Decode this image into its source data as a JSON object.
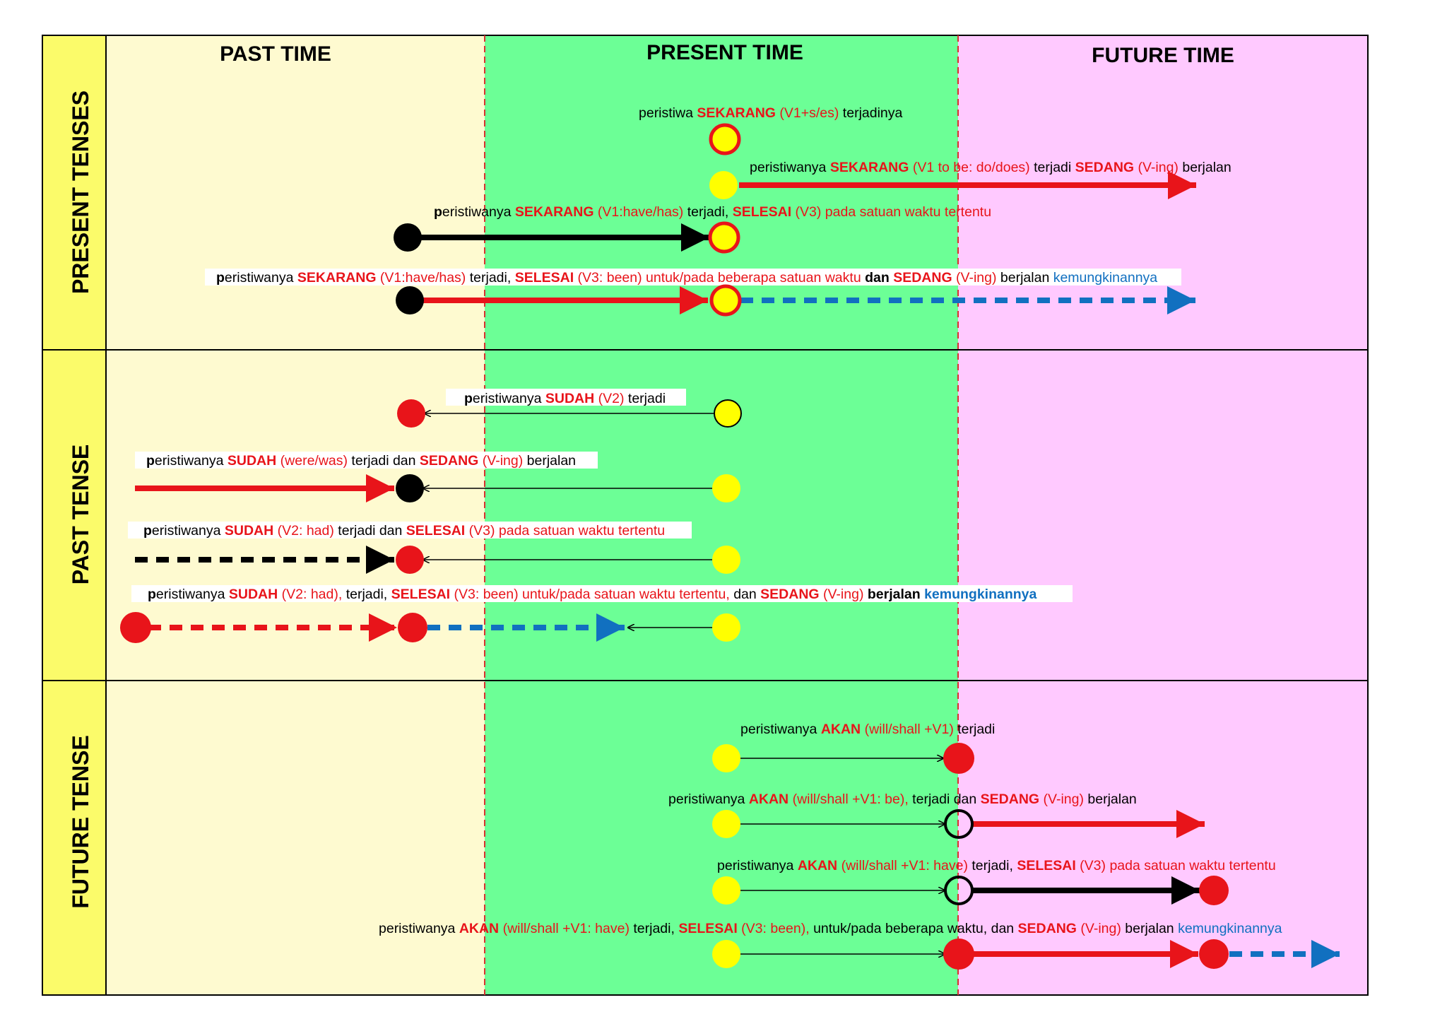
{
  "columns": {
    "past": "PAST TIME",
    "present": "PRESENT TIME",
    "future": "FUTURE TIME"
  },
  "rows": {
    "present": "PRESENT TENSES",
    "past": "PAST TENSE",
    "future": "FUTURE TENSE"
  },
  "colors": {
    "past_bg": "#fefad0",
    "present_bg": "#6cff96",
    "future_bg": "#ffc9ff",
    "row_header_bg": "#fbfb6a",
    "red": "#e8141a",
    "blue": "#1170c0",
    "yellow": "#ffff00"
  },
  "labels": {
    "simple_present": [
      {
        "t": "peristiwa ",
        "c": "k"
      },
      {
        "t": "SEKARANG",
        "c": "r",
        "b": true
      },
      {
        "t": " (V1+s/es)",
        "c": "r"
      },
      {
        "t": " terjadinya",
        "c": "k"
      }
    ],
    "present_continuous": [
      {
        "t": "peristiwanya ",
        "c": "k"
      },
      {
        "t": "SEKARANG",
        "c": "r",
        "b": true
      },
      {
        "t": " (V1 to be: do/does)",
        "c": "r"
      },
      {
        "t": " terjadi ",
        "c": "k"
      },
      {
        "t": "SEDANG",
        "c": "r",
        "b": true
      },
      {
        "t": " (V-ing)",
        "c": "r"
      },
      {
        "t": " berjalan",
        "c": "k"
      }
    ],
    "present_perfect": [
      {
        "t": "p",
        "c": "k",
        "b": true
      },
      {
        "t": "eristiwanya ",
        "c": "k"
      },
      {
        "t": "SEKARANG",
        "c": "r",
        "b": true
      },
      {
        "t": " (V1:have/has)",
        "c": "r"
      },
      {
        "t": " terjadi, ",
        "c": "k"
      },
      {
        "t": "SELESAI",
        "c": "r",
        "b": true
      },
      {
        "t": " (V3) pada satuan waktu tertentu",
        "c": "r"
      }
    ],
    "present_perfect_continuous": [
      {
        "t": "p",
        "c": "k",
        "b": true
      },
      {
        "t": "eristiwanya ",
        "c": "k"
      },
      {
        "t": "SEKARANG",
        "c": "r",
        "b": true
      },
      {
        "t": " (V1:have/has)",
        "c": "r"
      },
      {
        "t": " terjadi, ",
        "c": "k"
      },
      {
        "t": "SELESAI",
        "c": "r",
        "b": true
      },
      {
        "t": " (V3: been) untuk/pada beberapa satuan waktu ",
        "c": "r"
      },
      {
        "t": "dan",
        "c": "k",
        "b": true
      },
      {
        "t": " ",
        "c": "k"
      },
      {
        "t": "SEDANG",
        "c": "r",
        "b": true
      },
      {
        "t": " (V-ing)",
        "c": "r"
      },
      {
        "t": " berjalan ",
        "c": "k"
      },
      {
        "t": "kemungkinannya",
        "c": "b"
      }
    ],
    "simple_past": [
      {
        "t": "p",
        "c": "k",
        "b": true
      },
      {
        "t": "eristiwanya ",
        "c": "k"
      },
      {
        "t": "SUDAH",
        "c": "r",
        "b": true
      },
      {
        "t": " (V2)",
        "c": "r"
      },
      {
        "t": " terjadi",
        "c": "k"
      }
    ],
    "past_continuous": [
      {
        "t": "p",
        "c": "k",
        "b": true
      },
      {
        "t": "eristiwanya ",
        "c": "k"
      },
      {
        "t": "SUDAH",
        "c": "r",
        "b": true
      },
      {
        "t": " (were/was)",
        "c": "r"
      },
      {
        "t": " terjadi dan ",
        "c": "k"
      },
      {
        "t": "SEDANG",
        "c": "r",
        "b": true
      },
      {
        "t": " (V-ing)",
        "c": "r"
      },
      {
        "t": " berjalan",
        "c": "k"
      }
    ],
    "past_perfect": [
      {
        "t": "p",
        "c": "k",
        "b": true
      },
      {
        "t": "eristiwanya ",
        "c": "k"
      },
      {
        "t": "SUDAH",
        "c": "r",
        "b": true
      },
      {
        "t": " (V2: had)",
        "c": "r"
      },
      {
        "t": " terjadi dan ",
        "c": "k"
      },
      {
        "t": "SELESAI",
        "c": "r",
        "b": true
      },
      {
        "t": " (V3) pada satuan waktu tertentu",
        "c": "r"
      }
    ],
    "past_perfect_continuous": [
      {
        "t": "p",
        "c": "k",
        "b": true
      },
      {
        "t": "eristiwanya ",
        "c": "k"
      },
      {
        "t": "SUDAH",
        "c": "r",
        "b": true
      },
      {
        "t": " (V2: had),",
        "c": "r"
      },
      {
        "t": " terjadi, ",
        "c": "k"
      },
      {
        "t": "SELESAI",
        "c": "r",
        "b": true
      },
      {
        "t": " (V3: been) untuk/pada satuan waktu tertentu,",
        "c": "r"
      },
      {
        "t": " dan ",
        "c": "k"
      },
      {
        "t": "SEDANG",
        "c": "r",
        "b": true
      },
      {
        "t": " (V-ing)",
        "c": "r"
      },
      {
        "t": " berjalan",
        "c": "k",
        "b": true
      },
      {
        "t": " ",
        "c": "k"
      },
      {
        "t": "kemungkinannya",
        "c": "b",
        "b": true
      }
    ],
    "simple_future": [
      {
        "t": "peristiwanya ",
        "c": "k"
      },
      {
        "t": "AKAN",
        "c": "r",
        "b": true
      },
      {
        "t": " (will/shall +V1)",
        "c": "r"
      },
      {
        "t": " terjadi",
        "c": "k"
      }
    ],
    "future_continuous": [
      {
        "t": "peristiwanya ",
        "c": "k"
      },
      {
        "t": "AKAN",
        "c": "r",
        "b": true
      },
      {
        "t": " (will/shall +V1: be),",
        "c": "r"
      },
      {
        "t": " terjadi dan ",
        "c": "k"
      },
      {
        "t": "SEDANG",
        "c": "r",
        "b": true
      },
      {
        "t": " (V-ing)",
        "c": "r"
      },
      {
        "t": " berjalan",
        "c": "k"
      }
    ],
    "future_perfect": [
      {
        "t": "peristiwanya ",
        "c": "k"
      },
      {
        "t": "AKAN",
        "c": "r",
        "b": true
      },
      {
        "t": " (will/shall +V1: have)",
        "c": "r"
      },
      {
        "t": " terjadi, ",
        "c": "k"
      },
      {
        "t": "SELESAI",
        "c": "r",
        "b": true
      },
      {
        "t": " (V3) pada satuan waktu tertentu",
        "c": "r"
      }
    ],
    "future_perfect_continuous": [
      {
        "t": "peristiwanya ",
        "c": "k"
      },
      {
        "t": "AKAN",
        "c": "r",
        "b": true
      },
      {
        "t": " (will/shall +V1: have)",
        "c": "r"
      },
      {
        "t": " terjadi, ",
        "c": "k"
      },
      {
        "t": "SELESAI",
        "c": "r",
        "b": true
      },
      {
        "t": " (V3: been),",
        "c": "r"
      },
      {
        "t": " untuk/pada beberapa waktu, dan ",
        "c": "k"
      },
      {
        "t": "SEDANG",
        "c": "r",
        "b": true
      },
      {
        "t": " (V-ing)",
        "c": "r"
      },
      {
        "t": " berjalan ",
        "c": "k"
      },
      {
        "t": "kemungkinannya",
        "c": "b"
      }
    ]
  }
}
